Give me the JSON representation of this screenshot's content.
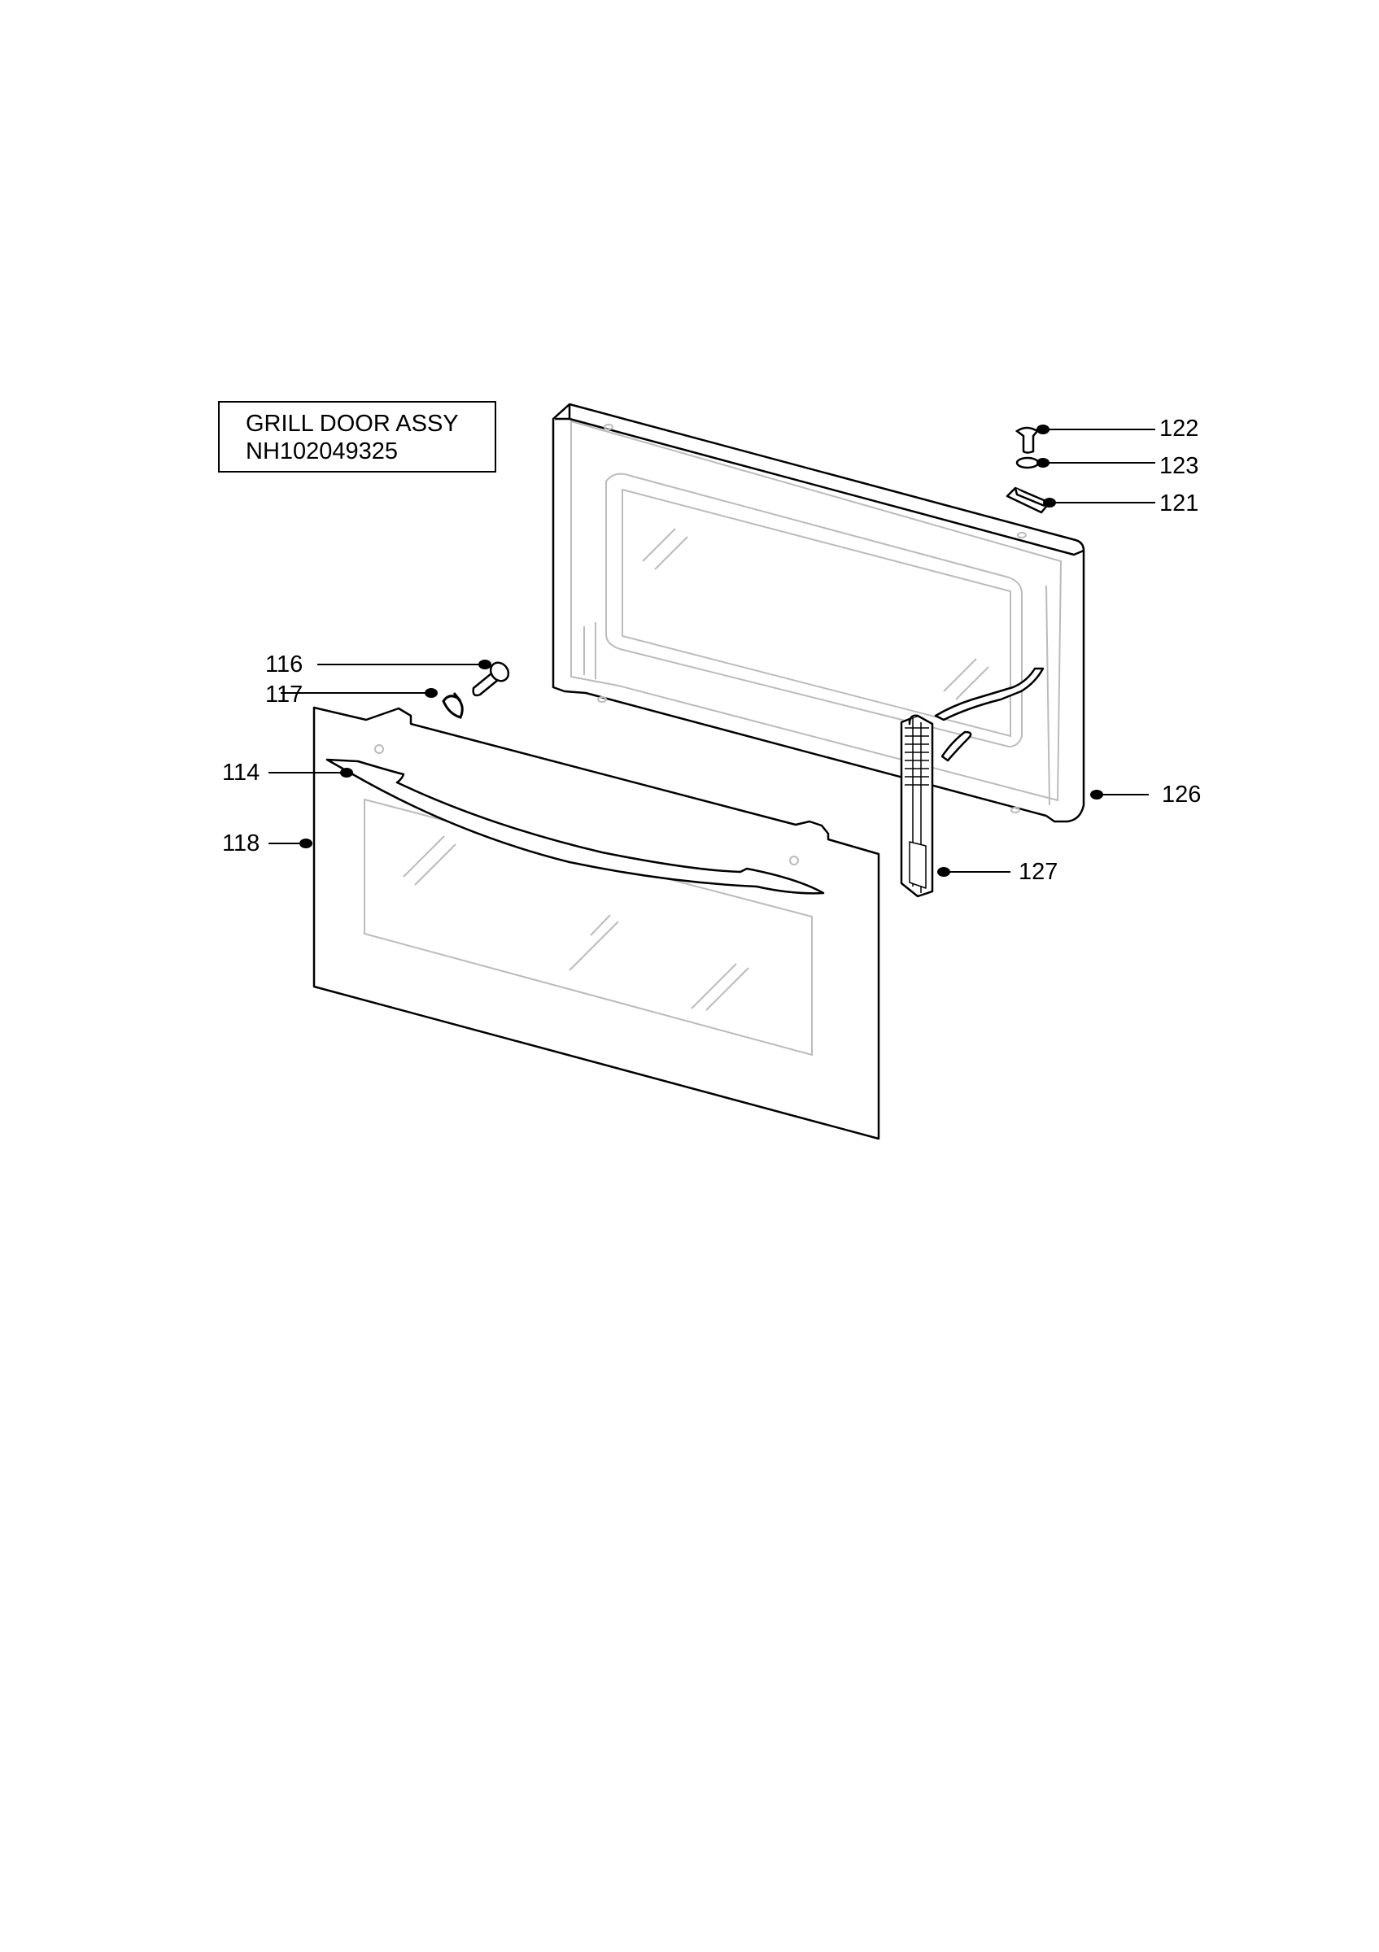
{
  "title": {
    "line1": "GRILL DOOR ASSY",
    "line2": "NH102049325"
  },
  "callouts": {
    "c122": "122",
    "c123": "123",
    "c121": "121",
    "c116": "116",
    "c117": "117",
    "c114": "114",
    "c118": "118",
    "c126": "126",
    "c127": "127"
  },
  "colors": {
    "line": "#000000",
    "faint": "#bbbbbb"
  }
}
